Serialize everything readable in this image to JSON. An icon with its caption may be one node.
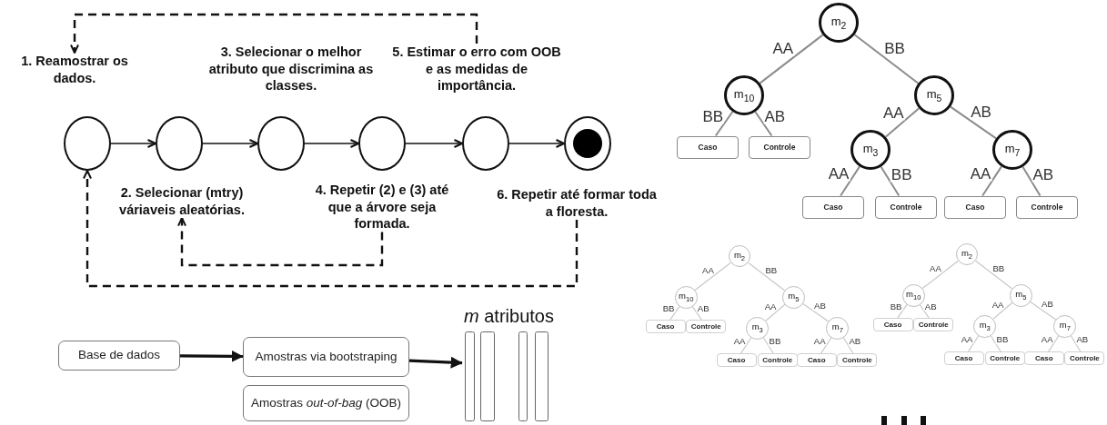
{
  "diagram": {
    "nodes": [
      {
        "text": [
          "1. Reamostrar os dados."
        ]
      },
      {
        "text": [
          "5. Estimar o erro com OOB e as medidas de importância."
        ]
      },
      {
        "text": [],
        "shape": "circle"
      },
      {
        "text": [],
        "shape": "circle"
      },
      {
        "text": [],
        "shape": "circle"
      },
      {
        "text": [],
        "shape": "circle"
      },
      {
        "text": [],
        "shape": "circle"
      },
      {
        "text": [],
        "shape": "circle"
      },
      {
        "text": [
          "2. Selecionar (mtry) váriaveis aleatórias."
        ]
      },
      {
        "text": [
          "4. Repetir (2) e (3) até que a árvore seja formada."
        ]
      },
      {
        "text": [
          "6. Repetir até formar toda a floresta."
        ]
      },
      {
        "text": [
          "Base de dados"
        ]
      },
      {
        "text": [
          "Amostras via bootstraping"
        ]
      },
      {
        "text": [
          "Amostras *out-of-bag* (OOB)"
        ]
      },
      {
        "text": [
          "*m* atributos"
        ]
      },
      {
        "text": [
          "m$_{2}$"
        ]
      },
      {
        "text": [
          "m$_{10}$"
        ]
      },
      {
        "text": [
          "m$_{5}$"
        ]
      },
      {
        "text": [
          "Caso"
        ]
      },
      {
        "text": [
          "Controle"
        ]
      },
      {
        "text": [
          "m$_{3}$"
        ]
      },
      {
        "text": [
          "m$_{7}$"
        ]
      },
      {
        "text": [
          "Caso"
        ]
      },
      {
        "text": [
          "Controle"
        ]
      },
      {
        "text": [
          "Caso"
        ]
      },
      {
        "text": [
          "Controle"
        ]
      },
      {
        "text": [
          "m$_{2}$"
        ]
      },
      {
        "text": [
          "m$_{10}$"
        ]
      },
      {
        "text": [
          "m$_{5}$"
        ]
      },
      {
        "text": [
          "Caso"
        ]
      },
      {
        "text": [
          "Controle"
        ]
      },
      {
        "text": [
          "m$_{3}$"
        ]
      },
      {
        "text": [
          "m$_{7}$"
        ]
      },
      {
        "text": [
          "Caso"
        ]
      },
      {
        "text": [
          "Controle"
        ]
      },
      {
        "text": [
          "Caso"
        ]
      },
      {
        "text": [
          "Controle"
        ]
      },
      {
        "text": [
          "m$_{2}$"
        ]
      },
      {
        "text": [
          "m$_{10}$"
        ]
      },
      {
        "text": [
          "m$_{5}$"
        ]
      },
      {
        "text": [
          "Caso"
        ]
      },
      {
        "text": [
          "Controle"
        ]
      },
      {
        "text": [
          "m$_{3}$"
        ]
      },
      {
        "text": [
          "m$_{7}$"
        ]
      },
      {
        "text": [
          "Caso"
        ]
      },
      {
        "text": [
          "Controle"
        ]
      },
      {
        "text": [
          "Caso"
        ]
      },
      {
        "text": [
          "Controle"
        ]
      }
    ],
    "edges": [
      {
        "from": 2,
        "to": 3,
        "arrow": "to",
        "color": "#111111"
      },
      {
        "from": 3,
        "to": 4,
        "arrow": "to",
        "color": "#111111"
      },
      {
        "from": 4,
        "to": 5,
        "arrow": "to",
        "color": "#111111"
      },
      {
        "from": 5,
        "to": 6,
        "arrow": "to",
        "color": "#111111"
      },
      {
        "from": 6,
        "to": 7,
        "arrow": "to",
        "color": "#111111"
      },
      {
        "from": 1,
        "to": 0,
        "arrow": "to",
        "style": "dashed",
        "color": "#111111"
      },
      {
        "from": 9,
        "to": 8,
        "arrow": "to",
        "style": "dashed",
        "color": "#111111"
      },
      {
        "from": 10,
        "to": 2,
        "arrow": "to",
        "style": "dashed",
        "color": "#111111"
      },
      {
        "from": 11,
        "to": 12,
        "arrow": "to",
        "style": "thick",
        "color": "#111111"
      },
      {
        "from": 12,
        "to": 14,
        "arrow": "to",
        "style": "thick",
        "color": "#111111"
      },
      {
        "from": 15,
        "to": 16,
        "arrow": "none",
        "label": "AA",
        "color": "#8c8c8c"
      },
      {
        "from": 15,
        "to": 17,
        "arrow": "none",
        "label": "BB",
        "color": "#8c8c8c"
      },
      {
        "from": 16,
        "to": 18,
        "arrow": "none",
        "label": "BB",
        "color": "#8c8c8c"
      },
      {
        "from": 16,
        "to": 19,
        "arrow": "none",
        "label": "AB",
        "color": "#8c8c8c"
      },
      {
        "from": 17,
        "to": 20,
        "arrow": "none",
        "label": "AA",
        "color": "#8c8c8c"
      },
      {
        "from": 17,
        "to": 21,
        "arrow": "none",
        "label": "AB",
        "color": "#8c8c8c"
      },
      {
        "from": 20,
        "to": 22,
        "arrow": "none",
        "label": "AA",
        "color": "#8c8c8c"
      },
      {
        "from": 20,
        "to": 23,
        "arrow": "none",
        "label": "BB",
        "color": "#8c8c8c"
      },
      {
        "from": 21,
        "to": 24,
        "arrow": "none",
        "label": "AA",
        "color": "#8c8c8c"
      },
      {
        "from": 21,
        "to": 25,
        "arrow": "none",
        "label": "AB",
        "color": "#8c8c8c"
      },
      {
        "from": 26,
        "to": 27,
        "arrow": "none",
        "label": "AA",
        "color": "#c8c8c8"
      },
      {
        "from": 26,
        "to": 28,
        "arrow": "none",
        "label": "BB",
        "color": "#c8c8c8"
      },
      {
        "from": 27,
        "to": 29,
        "arrow": "none",
        "label": "BB",
        "color": "#c8c8c8"
      },
      {
        "from": 27,
        "to": 30,
        "arrow": "none",
        "label": "AB",
        "color": "#c8c8c8"
      },
      {
        "from": 28,
        "to": 31,
        "arrow": "none",
        "label": "AA",
        "color": "#c8c8c8"
      },
      {
        "from": 28,
        "to": 32,
        "arrow": "none",
        "label": "AB",
        "color": "#c8c8c8"
      },
      {
        "from": 31,
        "to": 33,
        "arrow": "none",
        "label": "AA",
        "color": "#c8c8c8"
      },
      {
        "from": 31,
        "to": 34,
        "arrow": "none",
        "label": "BB",
        "color": "#c8c8c8"
      },
      {
        "from": 32,
        "to": 35,
        "arrow": "none",
        "label": "AA",
        "color": "#c8c8c8"
      },
      {
        "from": 32,
        "to": 36,
        "arrow": "none",
        "label": "AB",
        "color": "#c8c8c8"
      },
      {
        "from": 37,
        "to": 38,
        "arrow": "none",
        "label": "AA",
        "color": "#c8c8c8"
      },
      {
        "from": 37,
        "to": 39,
        "arrow": "none",
        "label": "BB",
        "color": "#c8c8c8"
      },
      {
        "from": 38,
        "to": 40,
        "arrow": "none",
        "label": "BB",
        "color": "#c8c8c8"
      },
      {
        "from": 38,
        "to": 41,
        "arrow": "none",
        "label": "AB",
        "color": "#c8c8c8"
      },
      {
        "from": 39,
        "to": 42,
        "arrow": "none",
        "label": "AA",
        "color": "#c8c8c8"
      },
      {
        "from": 39,
        "to": 43,
        "arrow": "none",
        "label": "AB",
        "color": "#c8c8c8"
      },
      {
        "from": 42,
        "to": 44,
        "arrow": "none",
        "label": "AA",
        "color": "#c8c8c8"
      },
      {
        "from": 42,
        "to": 45,
        "arrow": "none",
        "label": "BB",
        "color": "#c8c8c8"
      },
      {
        "from": 43,
        "to": 46,
        "arrow": "none",
        "label": "AA",
        "color": "#c8c8c8"
      },
      {
        "from": 43,
        "to": 47,
        "arrow": "none",
        "label": "AB",
        "color": "#c8c8c8"
      }
    ],
    "labels": [
      "3. Selecionar o melhor atributo que discrimina as classes."
    ]
  }
}
